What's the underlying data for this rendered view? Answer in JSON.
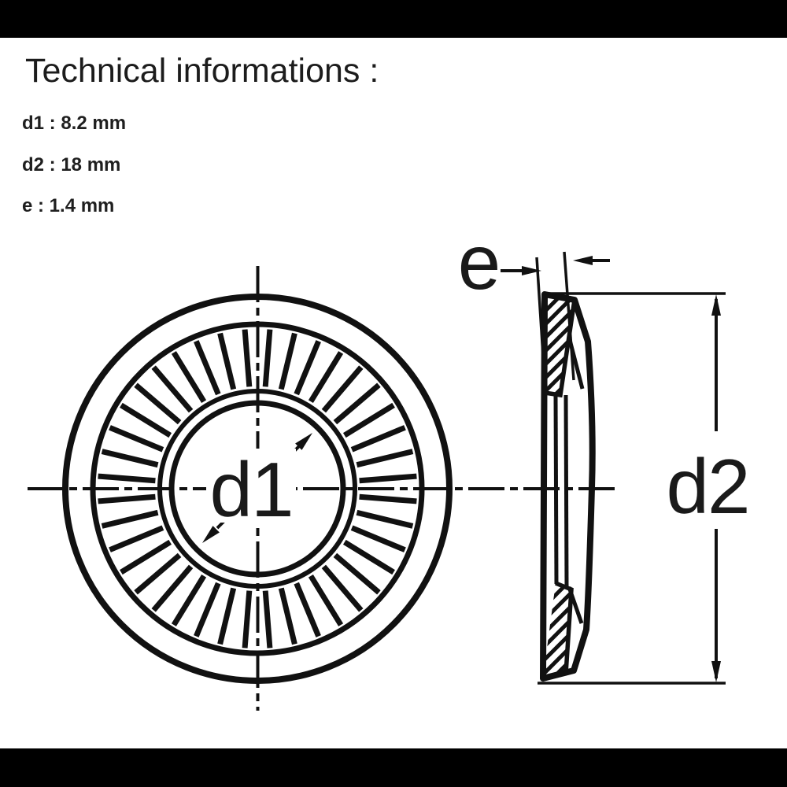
{
  "page": {
    "background": "#ffffff",
    "letterbox_bar_color": "#000000"
  },
  "header": {
    "title": "Technical informations :"
  },
  "specs": [
    {
      "param": "d1",
      "value": "8.2 mm",
      "text": "d1 : 8.2 mm"
    },
    {
      "param": "d2",
      "value": "18 mm",
      "text": "d2 : 18 mm"
    },
    {
      "param": "e",
      "value": "1.4 mm",
      "text": "e : 1.4 mm"
    }
  ],
  "drawing": {
    "type": "technical-drawing-serrated-conical-washer",
    "line_color": "#111111",
    "labels": {
      "hole_diameter": "d1",
      "outer_diameter": "d2",
      "thickness": "e"
    },
    "views": {
      "front": "washer front view with radial serrations",
      "side": "washer cross-section side view with hatching"
    }
  }
}
